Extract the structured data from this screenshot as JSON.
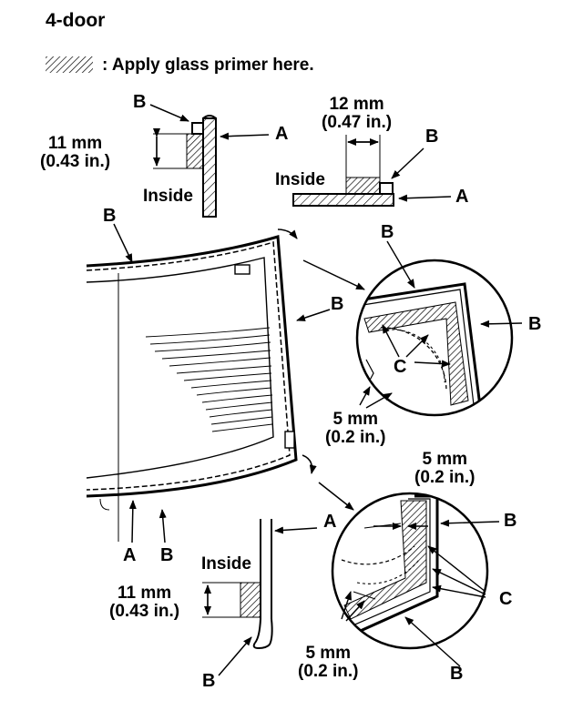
{
  "title": "4-door",
  "legend": {
    "text": ": Apply glass primer here.",
    "swatch_icon": "hatch-swatch-icon"
  },
  "labels": {
    "A": "A",
    "B": "B",
    "C": "C",
    "inside": "Inside",
    "dim_11_mm": "11 mm",
    "dim_11_in": "(0.43 in.)",
    "dim_12_mm": "12 mm",
    "dim_12_in": "(0.47 in.)",
    "dim_5_mm": "5 mm",
    "dim_5_in": "(0.2 in.)"
  },
  "colors": {
    "ink": "#000000",
    "paper": "#ffffff"
  }
}
